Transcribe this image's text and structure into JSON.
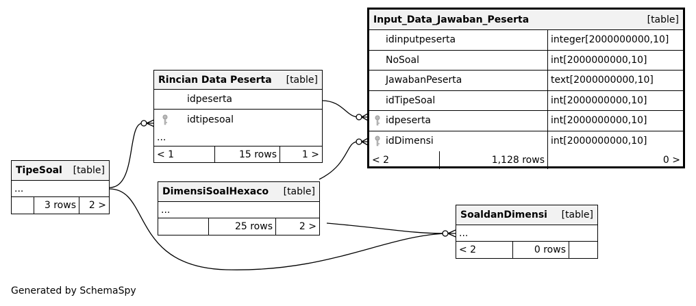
{
  "footer": "Generated by SchemaSpy",
  "tables": {
    "input": {
      "name": "Input_Data_Jawaban_Peserta",
      "tag": "[table]",
      "columns": [
        {
          "name": "idinputpeserta",
          "type": "integer[2000000000,10]",
          "fk": false
        },
        {
          "name": "NoSoal",
          "type": "int[2000000000,10]",
          "fk": false
        },
        {
          "name": "JawabanPeserta",
          "type": "text[2000000000,10]",
          "fk": false
        },
        {
          "name": "idTipeSoal",
          "type": "int[2000000000,10]",
          "fk": false
        },
        {
          "name": "idpeserta",
          "type": "int[2000000000,10]",
          "fk": true
        },
        {
          "name": "idDimensi",
          "type": "int[2000000000,10]",
          "fk": true
        }
      ],
      "footer": {
        "parents": "< 2",
        "rows": "1,128 rows",
        "children": "0 >"
      }
    },
    "rincian": {
      "name": "Rincian Data Peserta",
      "tag": "[table]",
      "columns": [
        {
          "name": "idpeserta",
          "fk": false
        },
        {
          "name": "idtipesoal",
          "fk": true
        }
      ],
      "ellipsis": "...",
      "footer": {
        "parents": "< 1",
        "rows": "15 rows",
        "children": "1 >"
      }
    },
    "tipesoal": {
      "name": "TipeSoal",
      "tag": "[table]",
      "ellipsis": "...",
      "footer": {
        "parents": "",
        "rows": "3 rows",
        "children": "2 >"
      }
    },
    "dimensi": {
      "name": "DimensiSoalHexaco",
      "tag": "[table]",
      "ellipsis": "...",
      "footer": {
        "parents": "",
        "rows": "25 rows",
        "children": "2 >"
      }
    },
    "soal": {
      "name": "SoaldanDimensi",
      "tag": "[table]",
      "ellipsis": "...",
      "footer": {
        "parents": "< 2",
        "rows": "0 rows",
        "children": ""
      }
    }
  }
}
